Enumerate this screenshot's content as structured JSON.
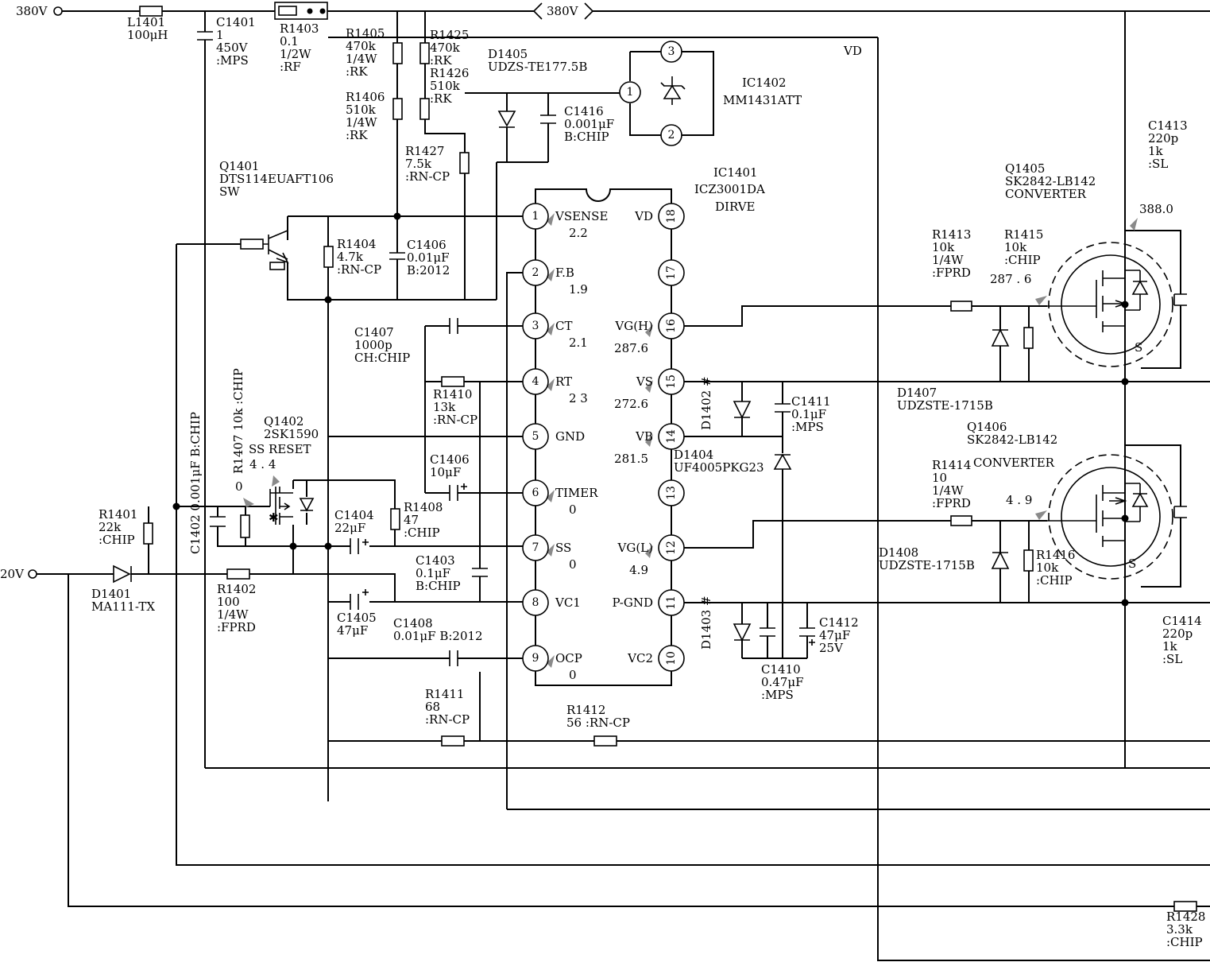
{
  "nets": {
    "v380": "380V",
    "v380_mid": "380V",
    "v20": "20V",
    "vd": "VD"
  },
  "ic1401": {
    "ref": "IC1401",
    "part": "ICZ3001DA",
    "func": "DIRVE",
    "left_pins": [
      {
        "num": "1",
        "name": "VSENSE",
        "volt": "2.2"
      },
      {
        "num": "2",
        "name": "F.B",
        "volt": "1.9"
      },
      {
        "num": "3",
        "name": "CT",
        "volt": "2.1"
      },
      {
        "num": "4",
        "name": "RT",
        "volt": "2  3"
      },
      {
        "num": "5",
        "name": "GND",
        "volt": ""
      },
      {
        "num": "6",
        "name": "TIMER",
        "volt": "0"
      },
      {
        "num": "7",
        "name": "SS",
        "volt": "0"
      },
      {
        "num": "8",
        "name": "VC1",
        "volt": ""
      },
      {
        "num": "9",
        "name": "OCP",
        "volt": "0"
      }
    ],
    "right_pins": [
      {
        "num": "18",
        "name": "VD",
        "volt": ""
      },
      {
        "num": "17",
        "name": "",
        "volt": ""
      },
      {
        "num": "16",
        "name": "VG(H)",
        "volt": "287.6"
      },
      {
        "num": "15",
        "name": "VS",
        "volt": "272.6"
      },
      {
        "num": "14",
        "name": "VB",
        "volt": "281.5"
      },
      {
        "num": "13",
        "name": "",
        "volt": ""
      },
      {
        "num": "12",
        "name": "VG(L)",
        "volt": "4.9"
      },
      {
        "num": "11",
        "name": "P-GND",
        "volt": ""
      },
      {
        "num": "10",
        "name": "VC2",
        "volt": ""
      }
    ]
  },
  "ic1402": {
    "ref": "IC1402",
    "part": "MM1431ATT",
    "pins": [
      "3",
      "1",
      "2"
    ]
  },
  "labels": [
    [
      "L1401\n100μH",
      160,
      33
    ],
    [
      "C1401\n1\n450V\n:MPS",
      272,
      33
    ],
    [
      "R1403\n0.1\n1/2W\n:RF",
      352,
      41
    ],
    [
      "R1405\n470k\n1/4W\n:RK",
      435,
      47
    ],
    [
      "R1406\n510k\n1/4W\n:RK",
      435,
      127
    ],
    [
      "R1425\n470k\n:RK\nR1426\n510k\n:RK",
      541,
      49
    ],
    [
      "D1405\nUDZS-TE177.5B",
      614,
      73
    ],
    [
      "C1416\n0.001μF\nB:CHIP",
      710,
      145
    ],
    [
      "R1427\n7.5k\n:RN-CP",
      510,
      195
    ],
    [
      "Q1401\nDTS114EUAFT106\nSW",
      276,
      214
    ],
    [
      "R1404\n4.7k\n:RN-CP",
      424,
      312
    ],
    [
      "C1406\n0.01μF\nB:2012",
      512,
      313
    ],
    [
      "C1407\n1000p\nCH:CHIP",
      446,
      423
    ],
    [
      "R1410\n13k\n:RN-CP",
      545,
      501
    ],
    [
      "Q1402\n2SK1590",
      332,
      535
    ],
    [
      "SS  RESET",
      313,
      570
    ],
    [
      "C1406\n10μF",
      541,
      583
    ],
    [
      "R1408\n47\n:CHIP",
      508,
      643
    ],
    [
      "C1404\n22μF",
      421,
      653
    ],
    [
      "C1403\n0.1μF\nB:CHIP",
      523,
      710
    ],
    [
      "C1405\n47μF",
      424,
      782
    ],
    [
      "C1408\n0.01μF B:2012",
      495,
      789
    ],
    [
      "R1411\n68\n:RN-CP",
      535,
      878
    ],
    [
      "R1412\n56  :RN-CP",
      713,
      898
    ],
    [
      "R1401\n22k\n:CHIP",
      124,
      652
    ],
    [
      "D1401\nMA111-TX",
      115,
      752
    ],
    [
      "R1402\n100\n1/4W\n:FPRD",
      273,
      746
    ],
    [
      "D1404\nUF4005PKG23",
      848,
      577
    ],
    [
      "C1411\n0.1μF\n:MPS",
      996,
      510
    ],
    [
      "C1412\n47μF\n25V",
      1031,
      788
    ],
    [
      "C1410\n0.47μF\n:MPS",
      958,
      847
    ],
    [
      "C1413\n220p\n1k\n:SL",
      1445,
      163
    ],
    [
      "Q1405\nSK2842-LB142\nCONVERTER",
      1265,
      217
    ],
    [
      "R1413\n10k\n1/4W\n:FPRD",
      1173,
      300
    ],
    [
      "R1415\n10k\n:CHIP",
      1264,
      300
    ],
    [
      "D1407\nUDZSTE-1715B",
      1129,
      499
    ],
    [
      "Q1406\nSK2842-LB142",
      1217,
      542
    ],
    [
      "R1414\n10\n1/4W\n:FPRD",
      1173,
      590
    ],
    [
      "CONVERTER",
      1225,
      587
    ],
    [
      "D1408\nUDZSTE-1715B",
      1106,
      700
    ],
    [
      "R1416\n10k\n:CHIP",
      1304,
      703
    ],
    [
      "C1414\n220p\n1k\n:SL",
      1463,
      786
    ],
    [
      "R1428\n3.3k\n:CHIP",
      1468,
      1158
    ]
  ],
  "voltages": [
    [
      "388.0",
      1434,
      268
    ],
    [
      "287 . 6",
      1246,
      356
    ],
    [
      "4 . 9",
      1266,
      634
    ],
    [
      "4 . 4",
      314,
      589
    ],
    [
      "0",
      296,
      617
    ]
  ],
  "vertical_labels": [
    [
      "C1402  0.001μF B:CHIP",
      251,
      697
    ],
    [
      "R1407  10k  :CHIP",
      305,
      596
    ],
    [
      "D1402  #",
      894,
      541
    ],
    [
      "D1403  #",
      894,
      817
    ]
  ],
  "diode_marks": {
    "mos_s": "S",
    "asterisk": "✱"
  }
}
